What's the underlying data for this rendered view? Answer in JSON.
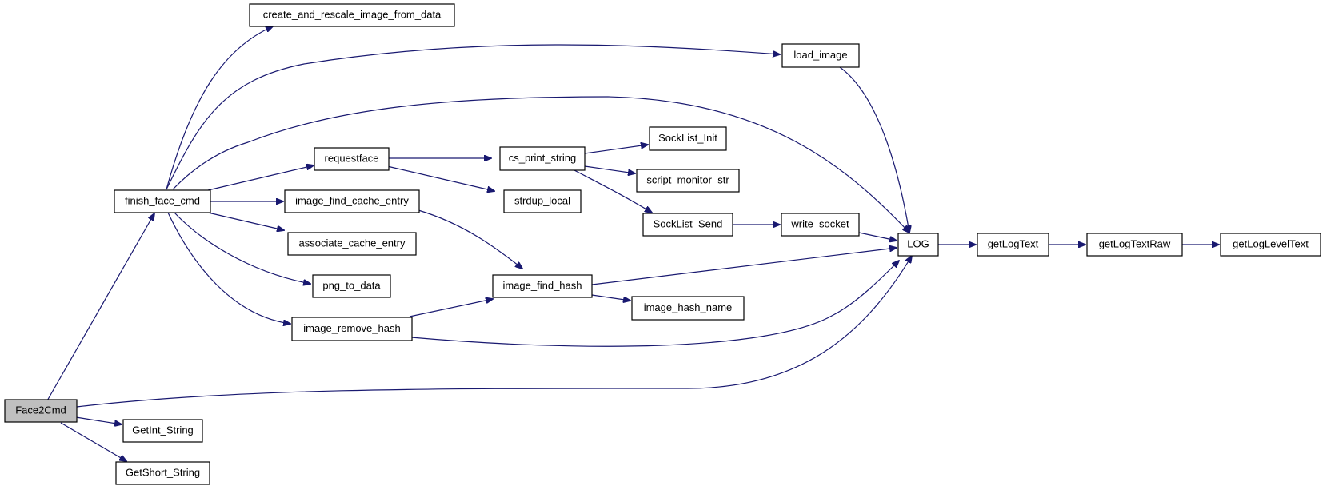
{
  "graph": {
    "type": "call-graph",
    "edge_color": "#191970",
    "root_fill": "#bfbfbf",
    "node_fill": "#ffffff",
    "nodes": [
      {
        "id": "face2cmd",
        "label": "Face2Cmd",
        "root": true
      },
      {
        "id": "finish_face_cmd",
        "label": "finish_face_cmd"
      },
      {
        "id": "getint_string",
        "label": "GetInt_String"
      },
      {
        "id": "getshort_string",
        "label": "GetShort_String"
      },
      {
        "id": "create_and_rescale",
        "label": "create_and_rescale_image_from_data"
      },
      {
        "id": "load_image",
        "label": "load_image"
      },
      {
        "id": "requestface",
        "label": "requestface"
      },
      {
        "id": "image_find_cache_entry",
        "label": "image_find_cache_entry"
      },
      {
        "id": "associate_cache_entry",
        "label": "associate_cache_entry"
      },
      {
        "id": "png_to_data",
        "label": "png_to_data"
      },
      {
        "id": "image_remove_hash",
        "label": "image_remove_hash"
      },
      {
        "id": "cs_print_string",
        "label": "cs_print_string"
      },
      {
        "id": "strdup_local",
        "label": "strdup_local"
      },
      {
        "id": "image_find_hash",
        "label": "image_find_hash"
      },
      {
        "id": "socklist_init",
        "label": "SockList_Init"
      },
      {
        "id": "script_monitor_str",
        "label": "script_monitor_str"
      },
      {
        "id": "socklist_send",
        "label": "SockList_Send"
      },
      {
        "id": "image_hash_name",
        "label": "image_hash_name"
      },
      {
        "id": "write_socket",
        "label": "write_socket"
      },
      {
        "id": "log",
        "label": "LOG"
      },
      {
        "id": "getlogtext",
        "label": "getLogText"
      },
      {
        "id": "getlogtextraw",
        "label": "getLogTextRaw"
      },
      {
        "id": "getloglevelText",
        "label": "getLogLevelText"
      }
    ],
    "edges": [
      [
        "face2cmd",
        "finish_face_cmd"
      ],
      [
        "face2cmd",
        "log"
      ],
      [
        "face2cmd",
        "getint_string"
      ],
      [
        "face2cmd",
        "getshort_string"
      ],
      [
        "finish_face_cmd",
        "create_and_rescale"
      ],
      [
        "finish_face_cmd",
        "load_image"
      ],
      [
        "finish_face_cmd",
        "log"
      ],
      [
        "finish_face_cmd",
        "requestface"
      ],
      [
        "finish_face_cmd",
        "image_find_cache_entry"
      ],
      [
        "finish_face_cmd",
        "associate_cache_entry"
      ],
      [
        "finish_face_cmd",
        "png_to_data"
      ],
      [
        "finish_face_cmd",
        "image_remove_hash"
      ],
      [
        "load_image",
        "log"
      ],
      [
        "requestface",
        "cs_print_string"
      ],
      [
        "requestface",
        "strdup_local"
      ],
      [
        "cs_print_string",
        "socklist_init"
      ],
      [
        "cs_print_string",
        "script_monitor_str"
      ],
      [
        "cs_print_string",
        "socklist_send"
      ],
      [
        "socklist_send",
        "write_socket"
      ],
      [
        "write_socket",
        "log"
      ],
      [
        "image_find_cache_entry",
        "image_find_hash"
      ],
      [
        "image_remove_hash",
        "image_find_hash"
      ],
      [
        "image_remove_hash",
        "log"
      ],
      [
        "image_find_hash",
        "log"
      ],
      [
        "image_find_hash",
        "image_hash_name"
      ],
      [
        "log",
        "getlogtext"
      ],
      [
        "getlogtext",
        "getlogtextraw"
      ],
      [
        "getlogtextraw",
        "getloglevelText"
      ]
    ]
  }
}
